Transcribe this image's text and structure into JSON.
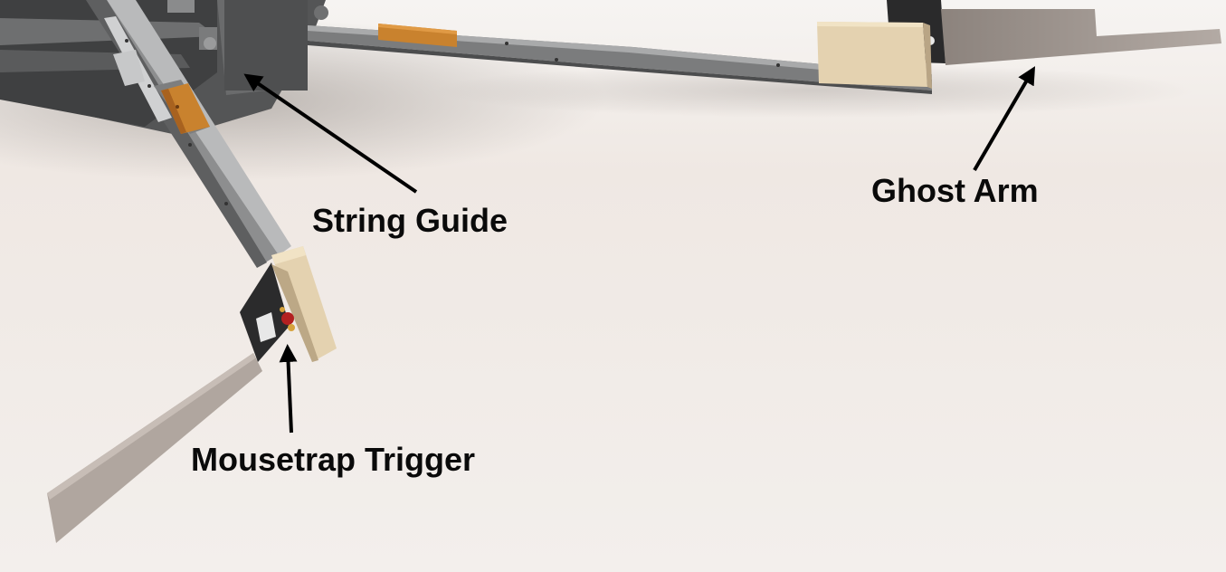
{
  "labels": {
    "string_guide": "String Guide",
    "ghost_arm": "Ghost Arm",
    "mousetrap_trigger": "Mousetrap Trigger"
  },
  "colors": {
    "background": "#f2eeea",
    "metal": "#7b7c7d",
    "wood": "#e4d2b0",
    "orange_block": "#c9822e",
    "panel": "#9d948e",
    "arrow": "#000000"
  },
  "icons": {
    "arrow": "arrow-icon"
  }
}
